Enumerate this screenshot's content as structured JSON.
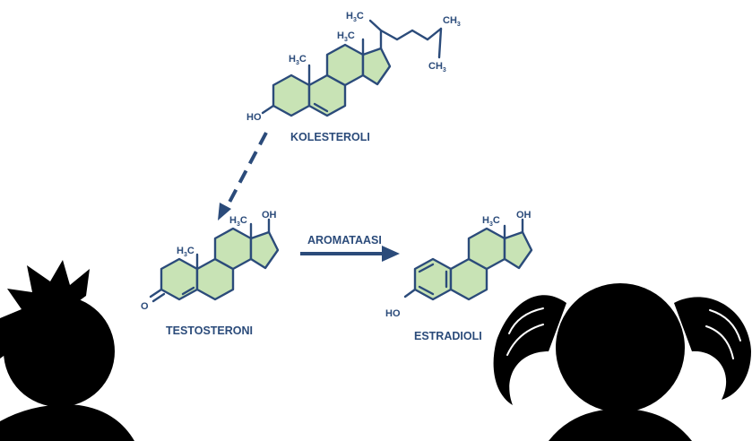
{
  "molecules": {
    "cholesterol": {
      "name": "KOLESTEROLI",
      "ho": "HO",
      "methyl_a": {
        "main": "H",
        "sub": "3",
        "tail": "C"
      },
      "methyl_b": {
        "main": "H",
        "sub": "3",
        "tail": "C"
      },
      "methyl_c": {
        "main": "H",
        "sub": "3",
        "tail": "C"
      },
      "ch3_a": {
        "main": "CH",
        "sub": "3"
      },
      "ch3_b": {
        "main": "CH",
        "sub": "3"
      }
    },
    "testosterone": {
      "name": "TESTOSTERONI",
      "oxo": "O",
      "oh": "OH",
      "methyl_a": {
        "main": "H",
        "sub": "3",
        "tail": "C"
      },
      "methyl_b": {
        "main": "H",
        "sub": "3",
        "tail": "C"
      }
    },
    "estradiol": {
      "name": "ESTRADIOLI",
      "ho": "HO",
      "oh": "OH",
      "methyl": {
        "main": "H",
        "sub": "3",
        "tail": "C"
      }
    }
  },
  "reaction": {
    "enzyme": "AROMATAASI"
  },
  "colors": {
    "ink": "#2b4b7a",
    "ring_fill": "#c8e3b5",
    "silhouette": "#000000"
  }
}
